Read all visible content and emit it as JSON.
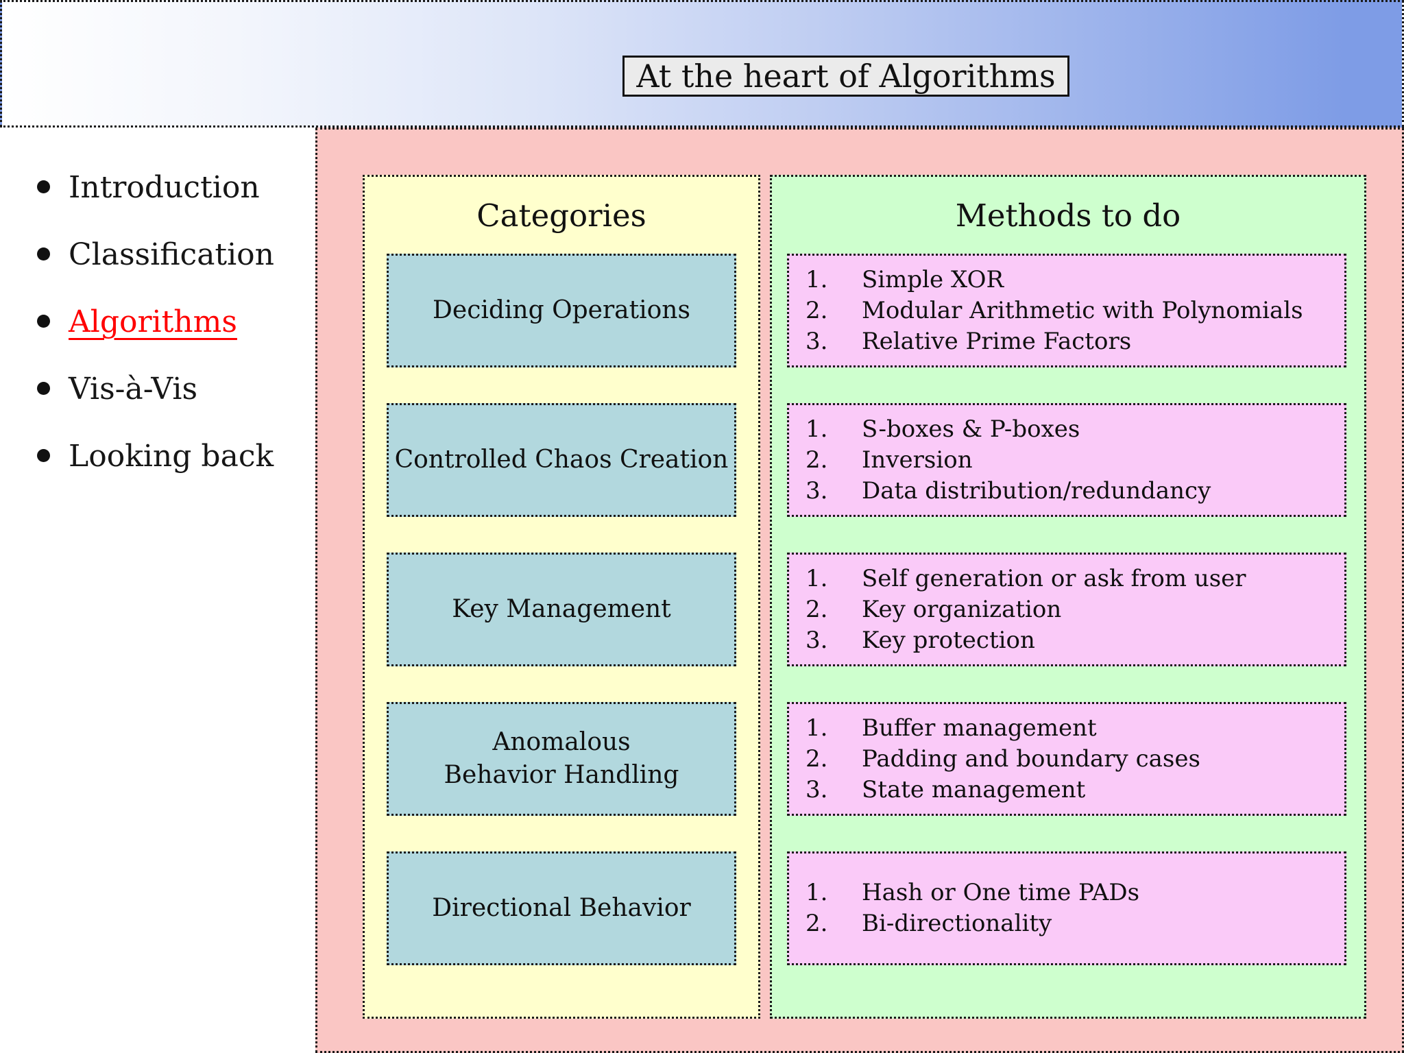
{
  "header": {
    "title": "At the heart of Algorithms"
  },
  "sidebar": {
    "items": [
      {
        "label": "Introduction",
        "active": false
      },
      {
        "label": "Classification",
        "active": false
      },
      {
        "label": "Algorithms",
        "active": true
      },
      {
        "label": "Vis-à-Vis",
        "active": false
      },
      {
        "label": "Looking back",
        "active": false
      }
    ]
  },
  "table": {
    "categories_header": "Categories",
    "methods_header": "Methods to do",
    "rows": [
      {
        "category": "Deciding Operations",
        "methods": [
          "Simple XOR",
          "Modular Arithmetic with Polynomials",
          "Relative Prime Factors"
        ]
      },
      {
        "category": "Controlled Chaos Creation",
        "methods": [
          "S-boxes & P-boxes",
          "Inversion",
          "Data distribution/redundancy"
        ]
      },
      {
        "category": "Key Management",
        "methods": [
          "Self generation or ask from user",
          "Key organization",
          "Key protection"
        ]
      },
      {
        "category": "Anomalous\nBehavior Handling",
        "methods": [
          "Buffer management",
          "Padding and boundary cases",
          "State management"
        ]
      },
      {
        "category": "Directional Behavior",
        "methods": [
          "Hash or One time PADs",
          "Bi-directionality"
        ]
      }
    ]
  },
  "colors": {
    "header_blue": "#7e9ce6",
    "title_box_bg": "#ebebeb",
    "active_red": "#ff0000",
    "main_bg": "#fac6c4",
    "categories_bg": "#ffffcd",
    "methods_bg": "#ceffce",
    "category_box_bg": "#b2d8de",
    "method_box_bg": "#facaf8"
  }
}
